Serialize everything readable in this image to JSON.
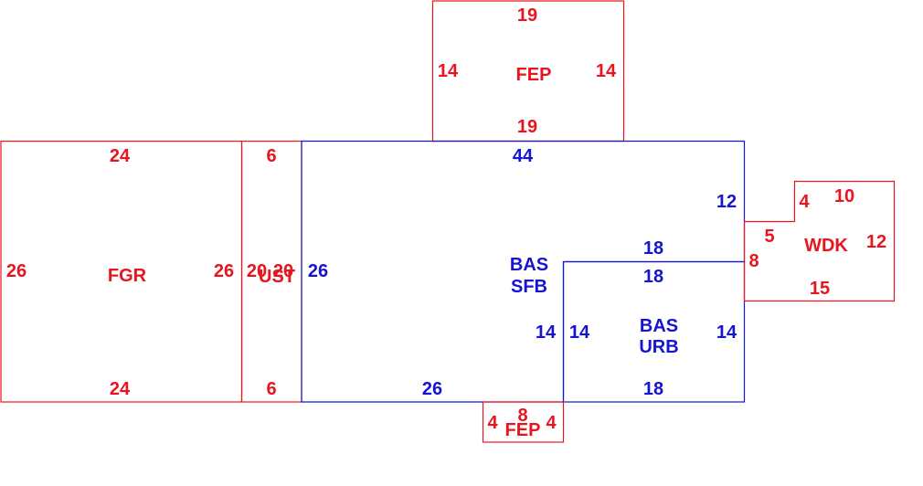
{
  "colors": {
    "red": "#e8141e",
    "blue": "#1414d2",
    "background": "#ffffff"
  },
  "areas": [
    {
      "key": "fep_top",
      "codes": [
        "FEP"
      ],
      "color": "red",
      "dims": {
        "top": "19",
        "bottom": "19",
        "left": "14",
        "right": "14"
      }
    },
    {
      "key": "fgr",
      "codes": [
        "FGR"
      ],
      "color": "red",
      "dims": {
        "top": "24",
        "bottom": "24",
        "left": "26",
        "right": "26"
      }
    },
    {
      "key": "ust",
      "codes": [
        "UST"
      ],
      "color": "red",
      "dims": {
        "top": "6",
        "bottom": "6",
        "left": "20",
        "right": "20"
      }
    },
    {
      "key": "bas_sfb",
      "codes": [
        "BAS",
        "SFB"
      ],
      "color": "blue",
      "dims": {
        "top": "44",
        "left": "26",
        "right_upper": "12",
        "bottom": "26",
        "inner_top": "18",
        "inner_left": "14"
      }
    },
    {
      "key": "bas_urb",
      "codes": [
        "BAS",
        "URB"
      ],
      "color": "blue",
      "dims": {
        "top": "18",
        "bottom": "18",
        "left": "14",
        "right": "14"
      }
    },
    {
      "key": "wdk",
      "codes": [
        "WDK"
      ],
      "color": "red",
      "dims": {
        "top": "10",
        "step_v": "4",
        "step_h": "5",
        "left": "8",
        "right": "12",
        "bottom": "15"
      }
    },
    {
      "key": "fep_bottom",
      "codes": [
        "FEP"
      ],
      "color": "red",
      "dims": {
        "top": "8",
        "left": "4",
        "right": "4"
      }
    }
  ]
}
